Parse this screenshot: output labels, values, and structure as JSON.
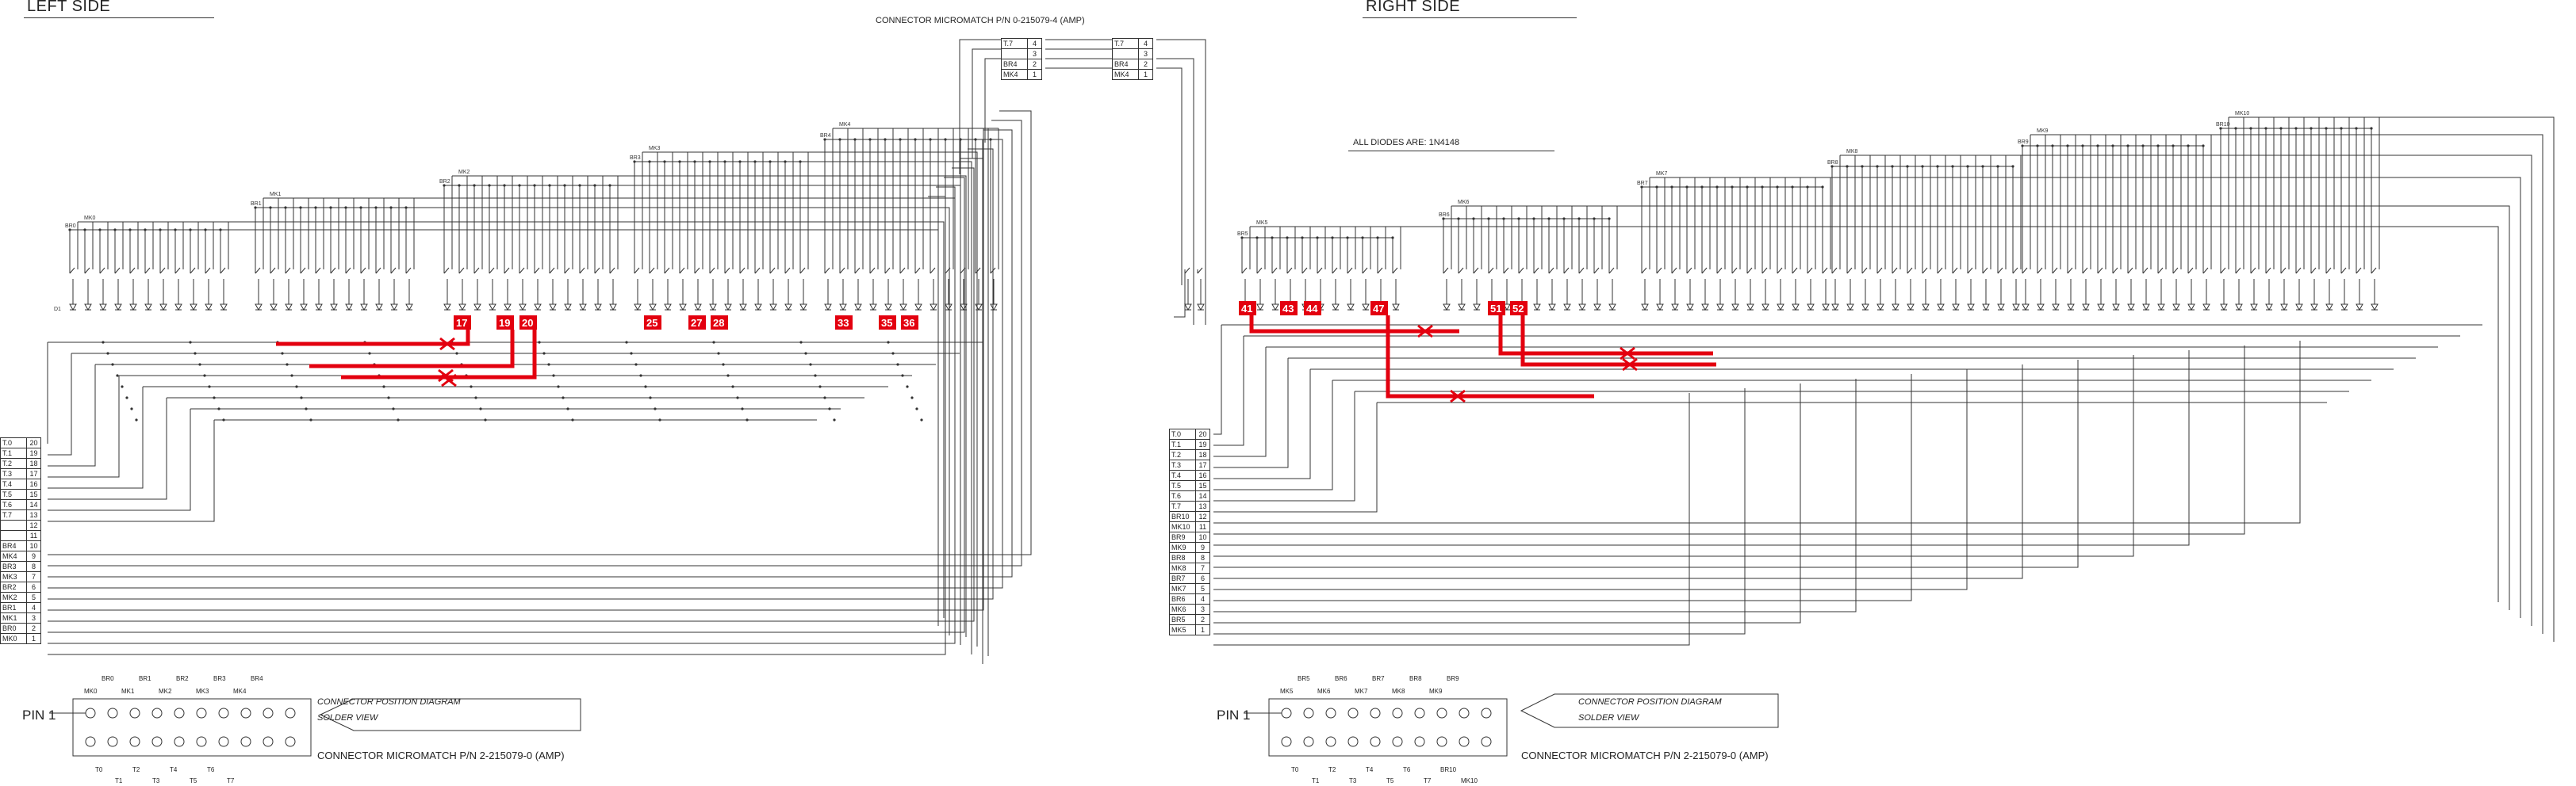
{
  "titles": {
    "left": "LEFT SIDE",
    "right": "RIGHT SIDE",
    "top_connector": "CONNECTOR MICROMATCH P/N 0-215079-4 (AMP)",
    "diode_note": "ALL DIODES ARE: 1N4148"
  },
  "top_connector_tables": [
    [
      {
        "label": "T.7",
        "pin": "4"
      },
      {
        "label": "",
        "pin": "3"
      },
      {
        "label": "BR4",
        "pin": "2"
      },
      {
        "label": "MK4",
        "pin": "1"
      }
    ],
    [
      {
        "label": "T.7",
        "pin": "4"
      },
      {
        "label": "",
        "pin": "3"
      },
      {
        "label": "BR4",
        "pin": "2"
      },
      {
        "label": "MK4",
        "pin": "1"
      }
    ]
  ],
  "left": {
    "group_labels": [
      "BR0",
      "MK0",
      "BR1",
      "MK1",
      "BR2",
      "MK2",
      "BR3",
      "MK3",
      "BR4",
      "MK4"
    ],
    "row_label": "D1",
    "markers": [
      "17",
      "19",
      "20",
      "25",
      "27",
      "28",
      "33",
      "35",
      "36"
    ],
    "pin_table": [
      {
        "label": "T.0",
        "pin": "20"
      },
      {
        "label": "T.1",
        "pin": "19"
      },
      {
        "label": "T.2",
        "pin": "18"
      },
      {
        "label": "T.3",
        "pin": "17"
      },
      {
        "label": "T.4",
        "pin": "16"
      },
      {
        "label": "T.5",
        "pin": "15"
      },
      {
        "label": "T.6",
        "pin": "14"
      },
      {
        "label": "T.7",
        "pin": "13"
      },
      {
        "label": "",
        "pin": "12"
      },
      {
        "label": "",
        "pin": "11"
      },
      {
        "label": "BR4",
        "pin": "10"
      },
      {
        "label": "MK4",
        "pin": "9"
      },
      {
        "label": "BR3",
        "pin": "8"
      },
      {
        "label": "MK3",
        "pin": "7"
      },
      {
        "label": "BR2",
        "pin": "6"
      },
      {
        "label": "MK2",
        "pin": "5"
      },
      {
        "label": "BR1",
        "pin": "4"
      },
      {
        "label": "MK1",
        "pin": "3"
      },
      {
        "label": "BR0",
        "pin": "2"
      },
      {
        "label": "MK0",
        "pin": "1"
      }
    ],
    "conn_top": [
      "BR0",
      "BR1",
      "BR2",
      "BR3",
      "BR4"
    ],
    "conn_mid": [
      "MK0",
      "MK1",
      "MK2",
      "MK3",
      "MK4"
    ],
    "conn_bot1": [
      "T0",
      "T2",
      "T4",
      "T6"
    ],
    "conn_bot2": [
      "T1",
      "T3",
      "T5",
      "T7"
    ],
    "pin1": "PIN 1",
    "diagram_label_1": "CONNECTOR POSITION DIAGRAM",
    "diagram_label_2": "SOLDER VIEW",
    "connector_pn": "CONNECTOR MICROMATCH P/N 2-215079-0 (AMP)"
  },
  "right": {
    "group_labels": [
      "BR5",
      "MK5",
      "BR6",
      "MK6",
      "BR7",
      "MK7",
      "BR8",
      "MK8",
      "BR9",
      "MK9",
      "BR10",
      "MK10"
    ],
    "markers": [
      "41",
      "43",
      "44",
      "47",
      "51",
      "52"
    ],
    "pin_table": [
      {
        "label": "T.0",
        "pin": "20"
      },
      {
        "label": "T.1",
        "pin": "19"
      },
      {
        "label": "T.2",
        "pin": "18"
      },
      {
        "label": "T.3",
        "pin": "17"
      },
      {
        "label": "T.4",
        "pin": "16"
      },
      {
        "label": "T.5",
        "pin": "15"
      },
      {
        "label": "T.6",
        "pin": "14"
      },
      {
        "label": "T.7",
        "pin": "13"
      },
      {
        "label": "BR10",
        "pin": "12"
      },
      {
        "label": "MK10",
        "pin": "11"
      },
      {
        "label": "BR9",
        "pin": "10"
      },
      {
        "label": "MK9",
        "pin": "9"
      },
      {
        "label": "BR8",
        "pin": "8"
      },
      {
        "label": "MK8",
        "pin": "7"
      },
      {
        "label": "BR7",
        "pin": "6"
      },
      {
        "label": "MK7",
        "pin": "5"
      },
      {
        "label": "BR6",
        "pin": "4"
      },
      {
        "label": "MK6",
        "pin": "3"
      },
      {
        "label": "BR5",
        "pin": "2"
      },
      {
        "label": "MK5",
        "pin": "1"
      }
    ],
    "conn_top": [
      "BR5",
      "BR6",
      "BR7",
      "BR8",
      "BR9"
    ],
    "conn_mid": [
      "MK5",
      "MK6",
      "MK7",
      "MK8",
      "MK9"
    ],
    "conn_bot1": [
      "T0",
      "T2",
      "T4",
      "T6",
      "BR10"
    ],
    "conn_bot2": [
      "T1",
      "T3",
      "T5",
      "T7",
      "MK10"
    ],
    "pin1": "PIN 1",
    "diagram_label_1": "CONNECTOR POSITION DIAGRAM",
    "diagram_label_2": "SOLDER VIEW",
    "connector_pn": "CONNECTOR MICROMATCH P/N 2-215079-0 (AMP)"
  },
  "colors": {
    "wire": "#333333",
    "marker": "#e3000f"
  }
}
